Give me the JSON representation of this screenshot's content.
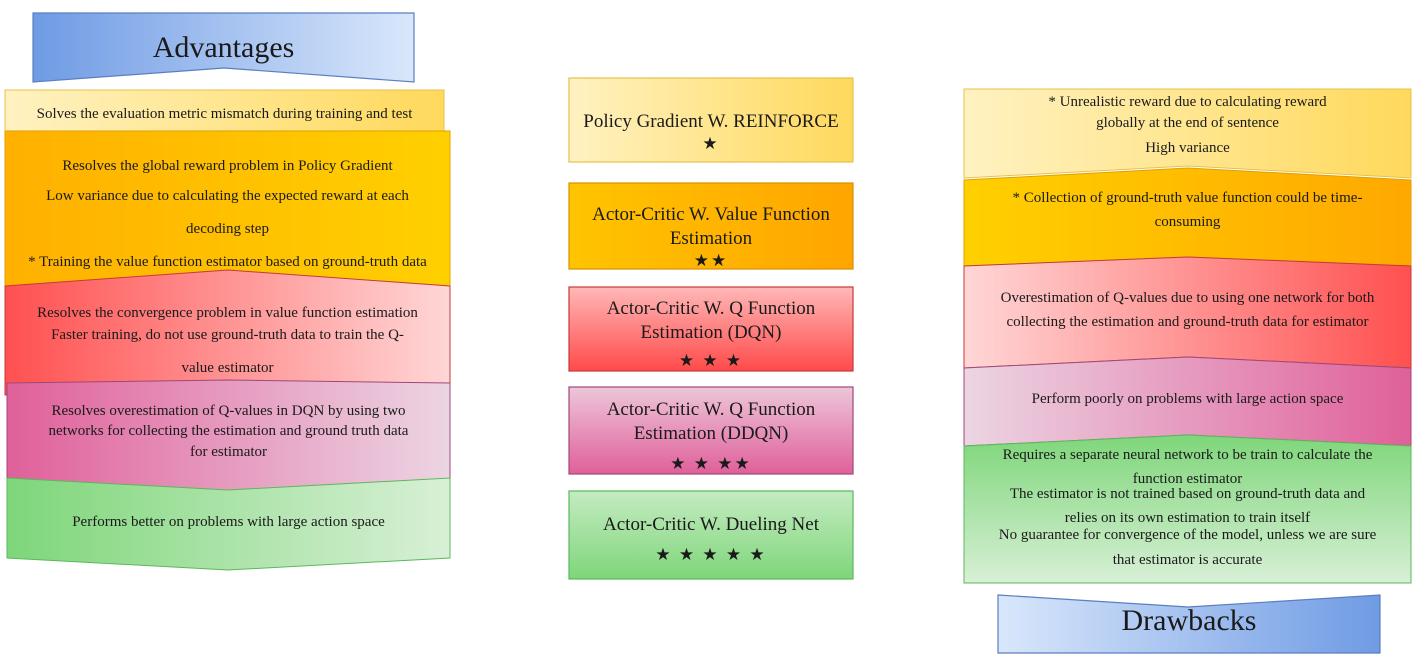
{
  "advantages": {
    "title": "Advantages",
    "items": [
      {
        "lines": [
          "Solves the evaluation metric mismatch during training and test"
        ]
      },
      {
        "lines": [
          "Resolves the global reward problem in Policy Gradient",
          "Low variance due to calculating the expected reward at each",
          "decoding step",
          "* Training the value function estimator based on ground-truth data"
        ]
      },
      {
        "lines": [
          "Resolves the convergence problem in value function estimation",
          "Faster training, do not use ground-truth data to train the Q-",
          "value estimator"
        ]
      },
      {
        "lines": [
          "Resolves overestimation of Q-values in DQN by using two",
          "networks for collecting the estimation and ground truth data",
          "for estimator"
        ]
      },
      {
        "lines": [
          "Performs better on problems with large action space"
        ]
      }
    ]
  },
  "methods": [
    {
      "lines": [
        "Policy Gradient W. REINFORCE"
      ],
      "stars": "★"
    },
    {
      "lines": [
        "Actor-Critic W. Value Function",
        "Estimation"
      ],
      "stars": "★★"
    },
    {
      "lines": [
        "Actor-Critic W. Q Function",
        "Estimation (DQN)"
      ],
      "stars": "★ ★ ★"
    },
    {
      "lines": [
        "Actor-Critic W. Q Function",
        "Estimation (DDQN)"
      ],
      "stars": "★ ★ ★★"
    },
    {
      "lines": [
        "Actor-Critic W. Dueling Net"
      ],
      "stars": "★ ★ ★ ★ ★"
    }
  ],
  "drawbacks": {
    "title": "Drawbacks",
    "items": [
      {
        "lines": [
          "* Unrealistic reward due to calculating reward",
          "globally at the end of sentence",
          "High variance"
        ]
      },
      {
        "lines": [
          "* Collection of ground-truth value function could be time-",
          "consuming"
        ]
      },
      {
        "lines": [
          "Overestimation of Q-values due to using one network for both",
          "collecting the estimation and ground-truth data for estimator"
        ]
      },
      {
        "lines": [
          "Perform poorly on problems with large action space"
        ]
      },
      {
        "lines": [
          "Requires a separate neural network to be train to calculate the",
          "function estimator",
          "The estimator is not trained based on ground-truth data and",
          "relies on its own estimation to train itself",
          "No guarantee for convergence of the model, unless we are sure",
          "that estimator is accurate"
        ]
      }
    ]
  }
}
